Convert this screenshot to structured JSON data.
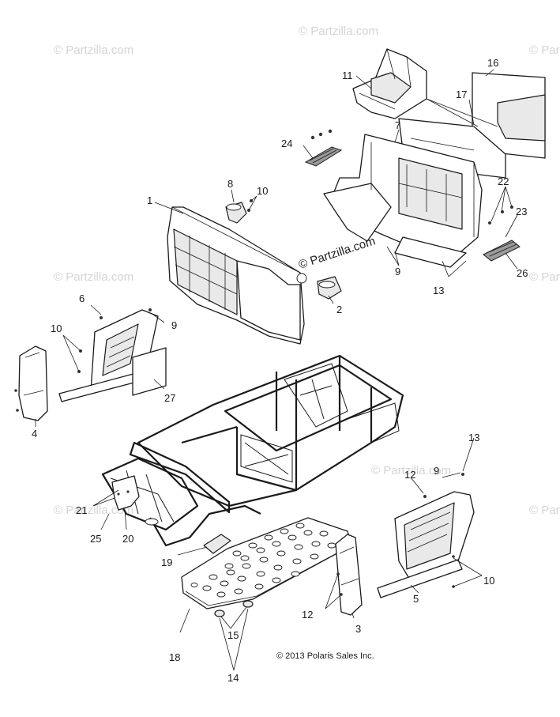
{
  "watermark": "© Partzilla.com",
  "watermark_center": "© Partzilla.com",
  "copyright": "© 2013 Polaris Sales Inc.",
  "callouts": {
    "c1": "1",
    "c2": "2",
    "c3": "3",
    "c4": "4",
    "c5": "5",
    "c6": "6",
    "c7": "7",
    "c8": "8",
    "c9a": "9",
    "c9b": "9",
    "c9c": "9",
    "c10a": "10",
    "c10b": "10",
    "c10c": "10",
    "c11": "11",
    "c12a": "12",
    "c12b": "12",
    "c13a": "13",
    "c13b": "13",
    "c14": "14",
    "c15": "15",
    "c16": "16",
    "c17": "17",
    "c18": "18",
    "c19": "19",
    "c20": "20",
    "c21": "21",
    "c22": "22",
    "c23": "23",
    "c24": "24",
    "c25": "25",
    "c26": "26",
    "c27": "27"
  }
}
